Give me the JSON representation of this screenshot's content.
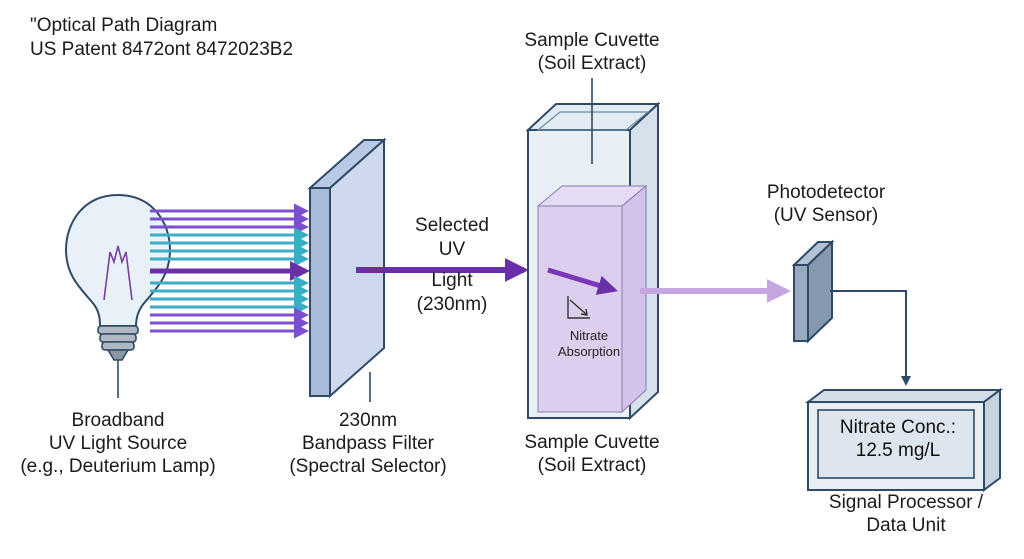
{
  "title": {
    "line1": "\"Optical Path Diagram",
    "line2": "US Patent 8472ont 8472023B2"
  },
  "labels": {
    "cuvette_top": [
      "Sample Cuvette",
      "(Soil Extract)"
    ],
    "cuvette_bottom": [
      "Sample Cuvette",
      "(Soil Extract)"
    ],
    "selected_light": [
      "Selected",
      "UV",
      "Light",
      "(230nm)"
    ],
    "photodetector": [
      "Photodetector",
      "(UV Sensor)"
    ],
    "light_source": [
      "Broadband",
      "UV Light Source",
      "(e.g., Deuterium Lamp)"
    ],
    "filter": [
      "230nm",
      "Bandpass Filter",
      "(Spectral Selector)"
    ],
    "absorption": [
      "Nitrate",
      "Absorption"
    ],
    "processor": [
      "Signal Processor /",
      "Data Unit"
    ]
  },
  "display": {
    "line1": "Nitrate Conc.:",
    "line2": "12.5 mg/L"
  },
  "colors": {
    "outline": "#2e4a66",
    "filter_fill": "#cfd9ee",
    "beam_purple": "#6a2fa8",
    "beam_violet": "#7b4fd0",
    "beam_teal": "#39aec6",
    "beam_transmitted": "#c5a6e3",
    "sample_liquid": "#dccfee",
    "glass": "#e8f0f6",
    "display_bg": "#dde6ee"
  },
  "icons": {
    "lamp": "light-bulb-icon",
    "absorption": "downward-slope-icon"
  }
}
